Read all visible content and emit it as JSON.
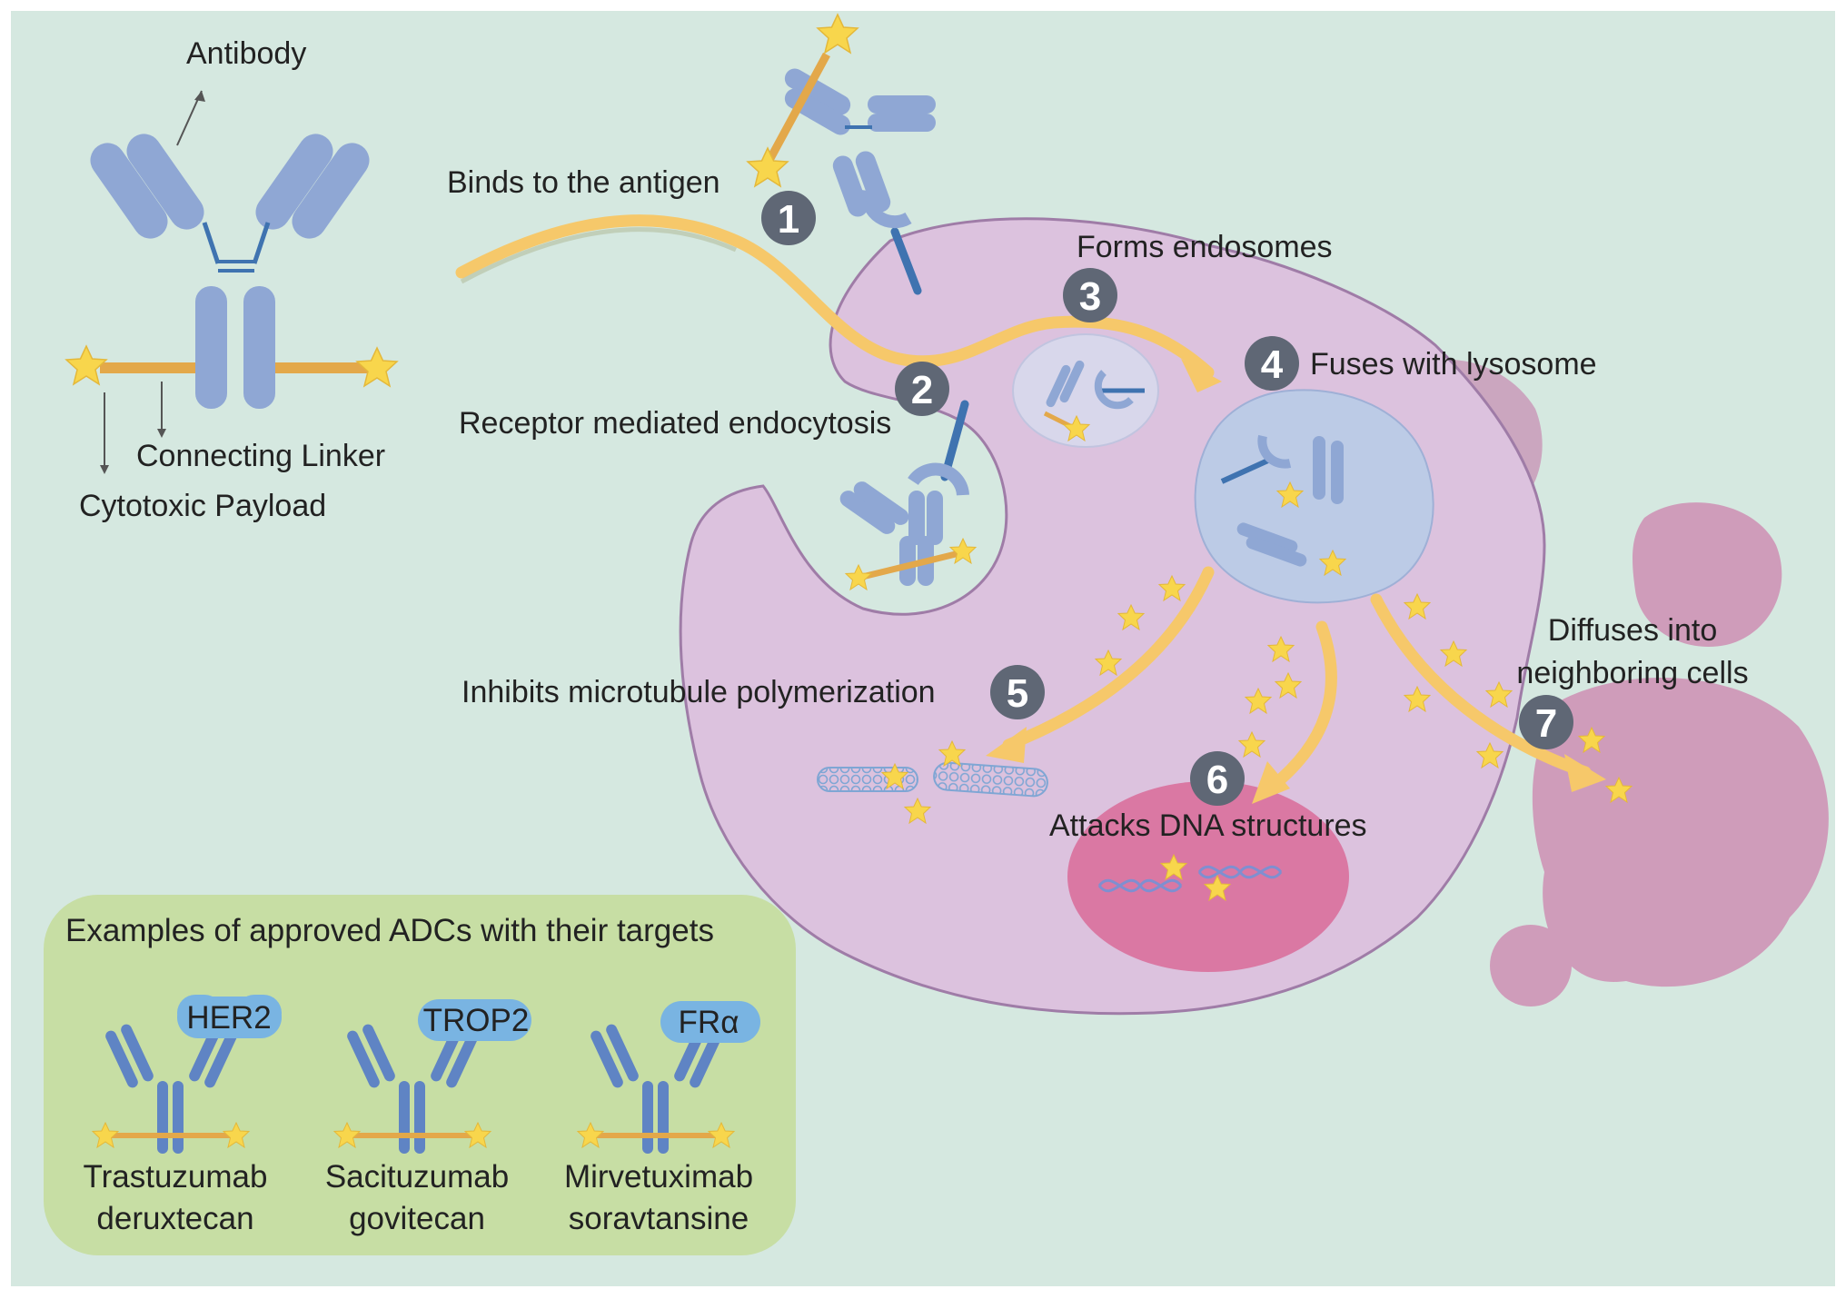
{
  "colors": {
    "background": "#d5e8e0",
    "cell": "#dcc2de",
    "cell_edge": "#9f7ca7",
    "lysosome": "#bccbe6",
    "nucleus": "#d9709c",
    "antibody": "#8fa7d4",
    "linker": "#e3a84a",
    "payload": "#f8d64c",
    "path_arrow": "#f6c86a",
    "step_badge": "#5f6775",
    "examples_panel": "#c7dea4",
    "target_pill": "#79b4e2",
    "neighbor_cell": "#cf9cba"
  },
  "legend": {
    "antibody_label": "Antibody",
    "linker_label": "Connecting Linker",
    "payload_label": "Cytotoxic Payload"
  },
  "steps": [
    {
      "number": "1",
      "label": "Binds to the antigen"
    },
    {
      "number": "2",
      "label": "Receptor mediated endocytosis"
    },
    {
      "number": "3",
      "label": "Forms endosomes"
    },
    {
      "number": "4",
      "label": "Fuses with lysosome"
    },
    {
      "number": "5",
      "label": "Inhibits microtubule polymerization"
    },
    {
      "number": "6",
      "label": "Attacks DNA structures"
    },
    {
      "number": "7",
      "label_line1": "Diffuses into",
      "label_line2": "neighboring cells"
    }
  ],
  "examples": {
    "title": "Examples of approved ADCs with their targets",
    "items": [
      {
        "target": "HER2",
        "name_line1": "Trastuzumab",
        "name_line2": "deruxtecan"
      },
      {
        "target": "TROP2",
        "name_line1": "Sacituzumab",
        "name_line2": "govitecan"
      },
      {
        "target": "FRα",
        "name_line1": "Mirvetuximab",
        "name_line2": "soravtansine"
      }
    ]
  }
}
